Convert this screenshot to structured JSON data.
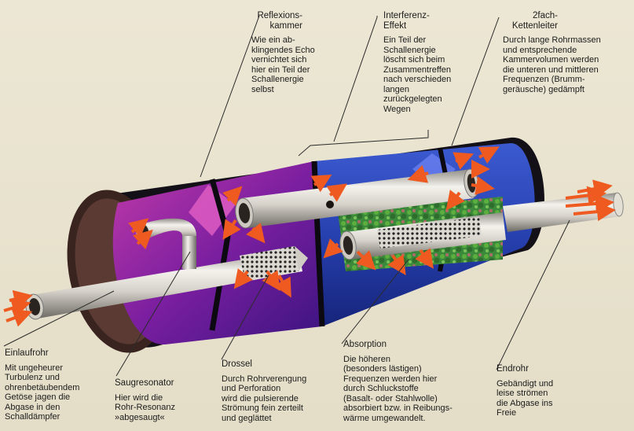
{
  "labels": {
    "reflexionskammer": {
      "title": "Reflexions-\nkammer",
      "text": "Wie ein ab-\nklingendes Echo\nvernichtet sich\nhier ein Teil der\nSchallenergie\nselbst"
    },
    "interferenz": {
      "title": "Interferenz-\nEffekt",
      "text": "Ein Teil der\nSchallenergie\nlöscht sich beim\nZusammentreffen\nnach verschieden\nlangen\nzurückgelegten\nWegen"
    },
    "kettenleiter": {
      "title": "2fach-\nKettenleiter",
      "text": "Durch lange Rohrmassen\nund entsprechende\nKammervolumen werden\ndie unteren und mittleren\nFrequenzen (Brumm-\ngeräusche) gedämpft"
    },
    "einlaufrohr": {
      "title": "Einlaufrohr",
      "text": "Mit ungeheurer\nTurbulenz und\nohrenbetäubendem\nGetöse jagen die\nAbgase in den\nSchalldämpfer"
    },
    "saugresonator": {
      "title": "Saugresonator",
      "text": "Hier wird die\nRohr-Resonanz\n»abgesaugt«"
    },
    "drossel": {
      "title": "Drossel",
      "text": "Durch Rohrverengung\nund Perforation\nwird die pulsierende\nStrömung fein zerteilt\nund geglättet"
    },
    "absorption": {
      "title": "Absorption",
      "text": "Die höheren\n(besonders lästigen)\nFrequenzen werden hier\ndurch Schluckstoffe\n(Basalt- oder Stahlwolle)\nabsorbiert bzw. in Reibungs-\nwärme umgewandelt."
    },
    "endrohr": {
      "title": "Endrohr",
      "text": "Gebändigt und\nleise strömen\ndie Abgase ins\nFreie"
    }
  },
  "colors": {
    "paper": "#e9e4d0",
    "shell": "#141018",
    "chamber_blue": "#2a48b8",
    "chamber_purple": "#7a1f9a",
    "chamber_magenta": "#b02a9a",
    "pipe": "#d9d6cf",
    "wool": "#3f8f3a",
    "arrow": "#ee5a1f",
    "leader": "#2b2b2b"
  }
}
